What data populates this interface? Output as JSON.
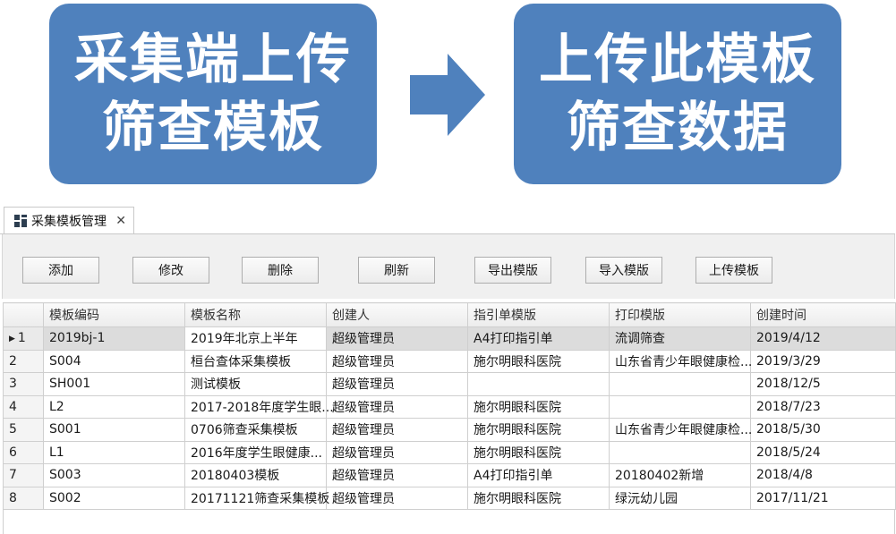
{
  "banner": {
    "left_line1": "采集端上传",
    "left_line2": "筛查模板",
    "right_line1": "上传此模板",
    "right_line2": "筛查数据",
    "box_color": "#4f81bd",
    "arrow_icon": "right-arrow-icon"
  },
  "window": {
    "tab_title": "采集模板管理",
    "tab_icon": "grid-icon",
    "close_glyph": "✕"
  },
  "toolbar": {
    "add": "添加",
    "edit": "修改",
    "delete": "删除",
    "refresh": "刷新",
    "export": "导出模版",
    "import": "导入模版",
    "upload": "上传模板"
  },
  "table": {
    "headers": [
      "模板编码",
      "模板名称",
      "创建人",
      "指引单模版",
      "打印模版",
      "创建时间"
    ],
    "rows": [
      {
        "n": "1",
        "code": "2019bj-1",
        "name": "2019年北京上半年",
        "creator": "超级管理员",
        "guide": "A4打印指引单",
        "print": "流调筛查",
        "date": "2019/4/12"
      },
      {
        "n": "2",
        "code": "S004",
        "name": "桓台查体采集模板",
        "creator": "超级管理员",
        "guide": "施尔明眼科医院",
        "print": "山东省青少年眼健康检...",
        "date": "2019/3/29"
      },
      {
        "n": "3",
        "code": "SH001",
        "name": "测试模板",
        "creator": "超级管理员",
        "guide": "",
        "print": "",
        "date": "2018/12/5"
      },
      {
        "n": "4",
        "code": "L2",
        "name": "2017-2018年度学生眼...",
        "creator": "超级管理员",
        "guide": "施尔明眼科医院",
        "print": "",
        "date": "2018/7/23"
      },
      {
        "n": "5",
        "code": "S001",
        "name": "0706筛查采集模板",
        "creator": "超级管理员",
        "guide": "施尔明眼科医院",
        "print": "山东省青少年眼健康检...",
        "date": "2018/5/30"
      },
      {
        "n": "6",
        "code": "L1",
        "name": "2016年度学生眼健康...",
        "creator": "超级管理员",
        "guide": "施尔明眼科医院",
        "print": "",
        "date": "2018/5/24"
      },
      {
        "n": "7",
        "code": "S003",
        "name": "20180403模板",
        "creator": "超级管理员",
        "guide": "A4打印指引单",
        "print": "20180402新增",
        "date": "2018/4/8"
      },
      {
        "n": "8",
        "code": "S002",
        "name": "20171121筛查采集模板",
        "creator": "超级管理员",
        "guide": "施尔明眼科医院",
        "print": "绿沅幼儿园",
        "date": "2017/11/21"
      }
    ]
  }
}
